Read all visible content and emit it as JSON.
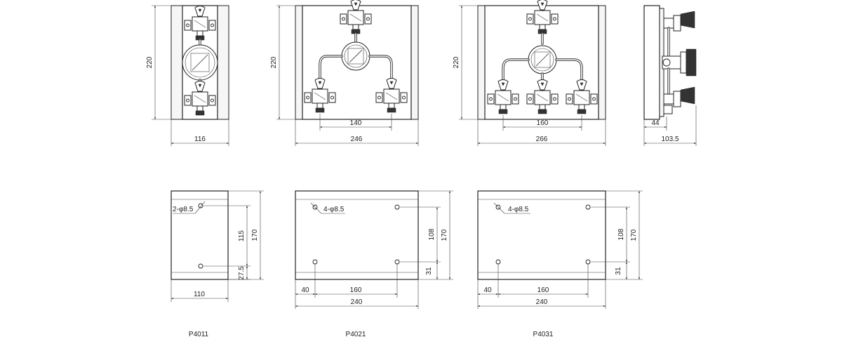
{
  "top_views": {
    "p4011": {
      "height": "220",
      "width": "116"
    },
    "p4021": {
      "height": "220",
      "spacing": "140",
      "width": "246"
    },
    "p4031": {
      "height": "220",
      "spacing": "160",
      "width": "266"
    },
    "side": {
      "offset": "44",
      "depth": "103.5"
    }
  },
  "bottom_views": {
    "p4011": {
      "holes": "2-φ8.5",
      "hole_pitch": "115",
      "height": "170",
      "bottom_offset": "27.5",
      "width": "110"
    },
    "p4021": {
      "holes": "4-φ8.5",
      "hole_pitch": "108",
      "height": "170",
      "bottom_offset": "31",
      "left_offset": "40",
      "spacing": "160",
      "width": "240"
    },
    "p4031": {
      "holes": "4-φ8.5",
      "hole_pitch": "108",
      "height": "170",
      "bottom_offset": "31",
      "left_offset": "40",
      "spacing": "160",
      "width": "240"
    }
  },
  "models": [
    "P4011",
    "P4021",
    "P4031"
  ]
}
